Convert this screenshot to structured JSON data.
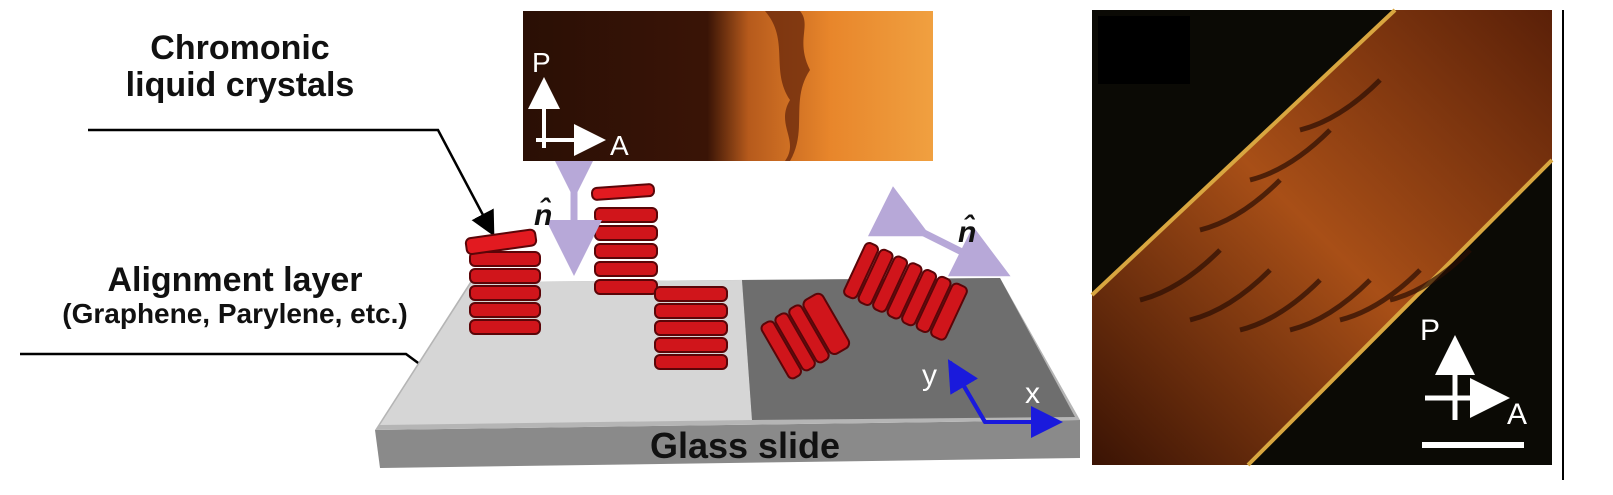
{
  "labels": {
    "chromonic": "Chromonic liquid crystals",
    "alignment_title": "Alignment layer",
    "alignment_sub": "(Graphene, Parylene, etc.)",
    "glass": "Glass slide",
    "director": "n̂",
    "polarizer": "P",
    "analyzer": "A",
    "axis_x": "x",
    "axis_y": "y"
  },
  "colors": {
    "disc_red": "#d0151b",
    "disc_dark": "#5a0508",
    "director_arrow": "#b7a8d8",
    "axis_arrow": "#1a1adc",
    "micrograph_orange": "#e68a2a"
  }
}
